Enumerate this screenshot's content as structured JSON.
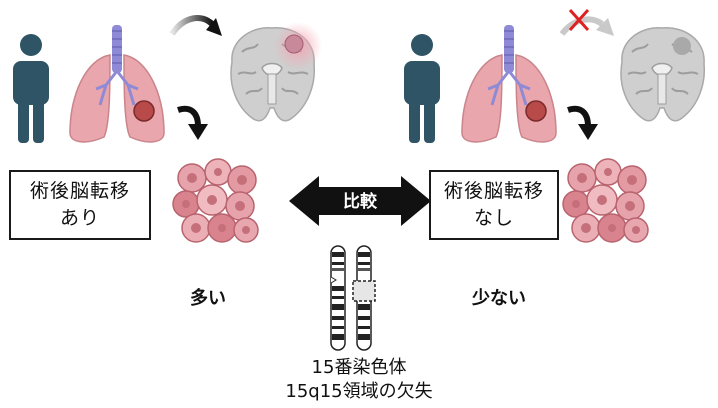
{
  "left_panel": {
    "box_line1": "術後脳転移",
    "box_line2": "あり",
    "outcome": "多い"
  },
  "right_panel": {
    "box_line1": "術後脳転移",
    "box_line2": "なし",
    "outcome": "少ない"
  },
  "compare_label": "比較",
  "caption": {
    "line1": "15番染色体",
    "line2": "15q15領域の欠失"
  },
  "colors": {
    "person": "#2f5466",
    "lung": "#e9a6ac",
    "trachea": "#8f8ad6",
    "brain": "#c8c8c8",
    "tumor": "#b84a4a",
    "cells": "#e7a3ab",
    "cross": "#e02020"
  },
  "icons": [
    "person-icon",
    "lungs-icon",
    "brain-icon",
    "tumor-cells-icon",
    "chromosome-icon",
    "curved-arrow-icon",
    "cross-icon"
  ]
}
